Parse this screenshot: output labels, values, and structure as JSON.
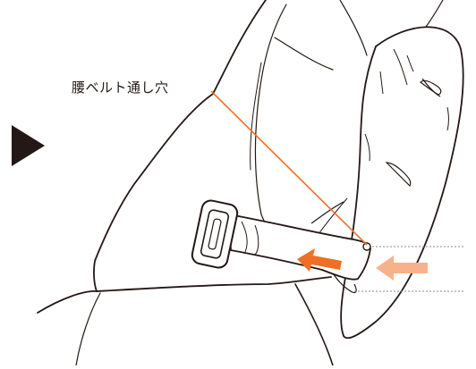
{
  "callout": {
    "label": "腰ベルト通し穴"
  },
  "colors": {
    "outline": "#231815",
    "accent": "#ee6f25",
    "accent_light": "#f7b28c",
    "dotted_guide": "#8a8a8a",
    "background": "#ffffff"
  },
  "icons": {
    "step_marker": "right-pointing-triangle",
    "direction_arrow": "left-pointing-arrow"
  }
}
